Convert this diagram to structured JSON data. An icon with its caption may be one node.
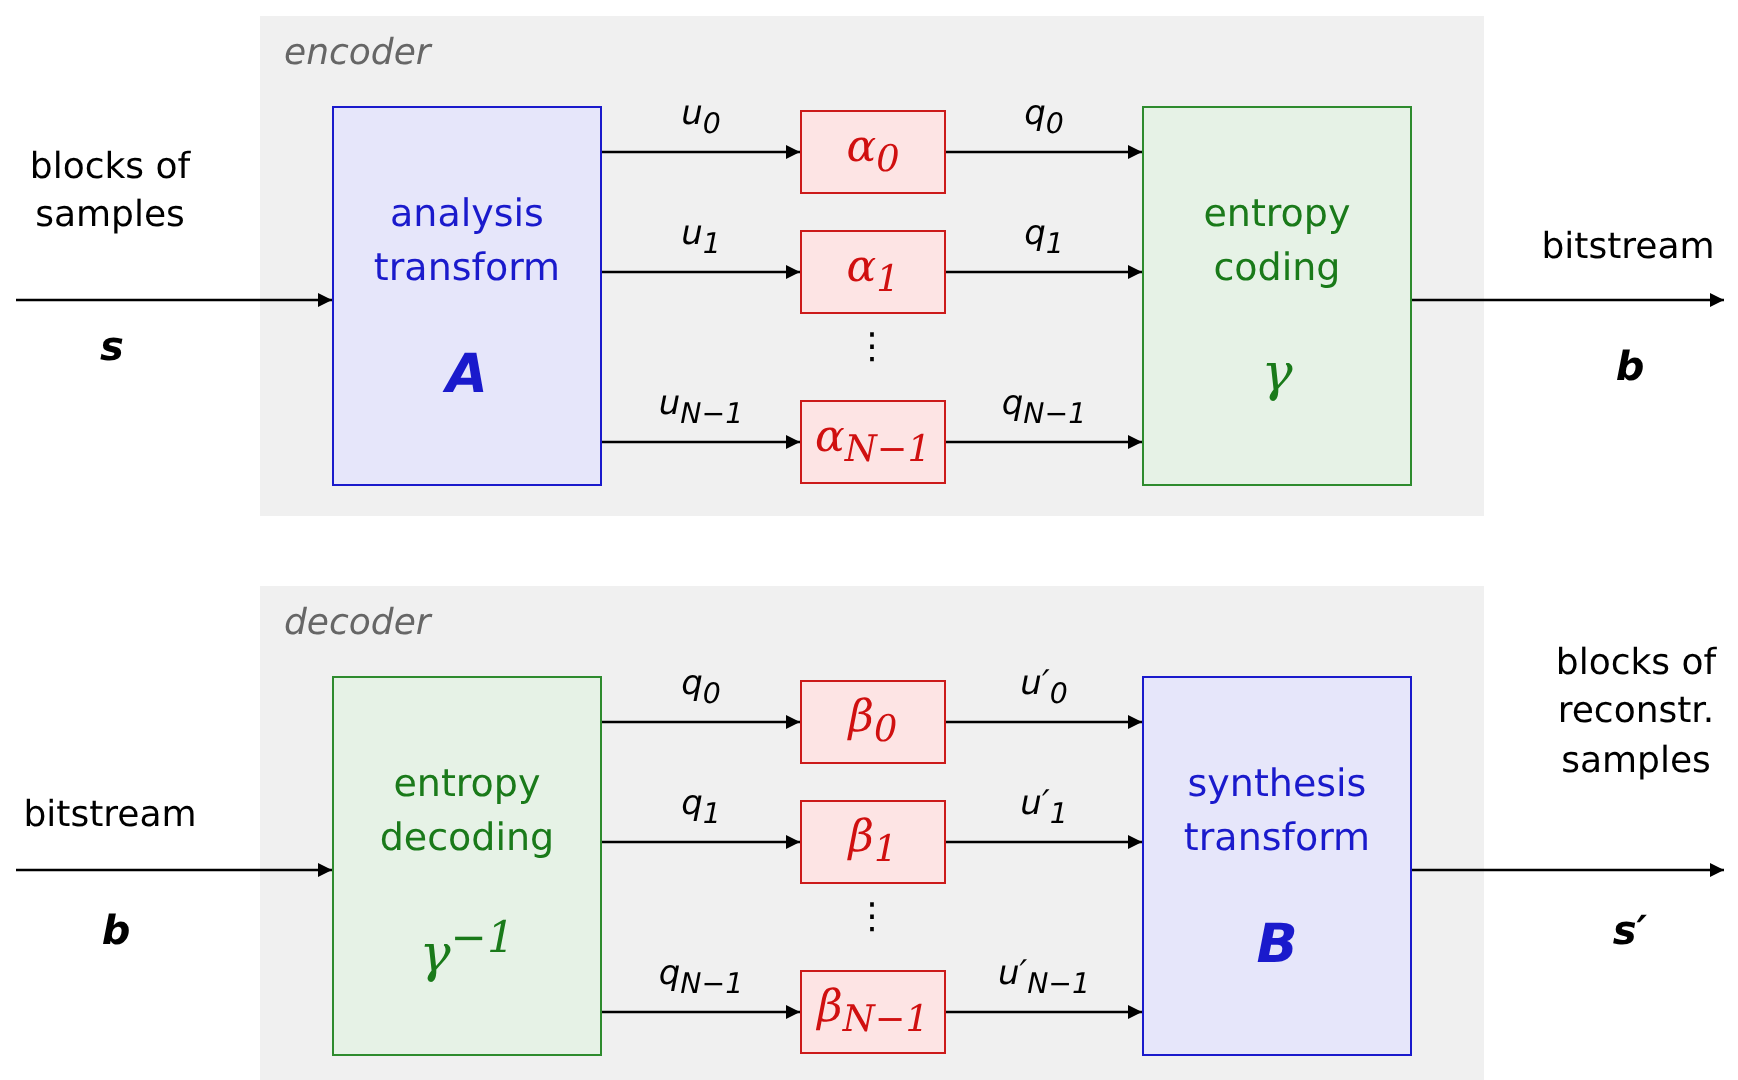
{
  "diagram": {
    "nodes": [
      {
        "text": [
          "encoder"
        ]
      },
      {
        "text": [
          "analysis transform",
          "A"
        ],
        "in": 0
      },
      {
        "text": [
          "α$_{0}$"
        ],
        "in": 0
      },
      {
        "text": [
          "α$_{1}$"
        ],
        "in": 0
      },
      {
        "text": [
          "α$_{N−1}$"
        ],
        "in": 0
      },
      {
        "text": [
          "entropy coding",
          "γ"
        ],
        "in": 0
      },
      {
        "text": [
          "decoder"
        ]
      },
      {
        "text": [
          "entropy decoding",
          "γ$^{−1}$"
        ],
        "in": 6
      },
      {
        "text": [
          "β$_{0}$"
        ],
        "in": 6
      },
      {
        "text": [
          "β$_{1}$"
        ],
        "in": 6
      },
      {
        "text": [
          "β$_{N−1}$"
        ],
        "in": 6
      },
      {
        "text": [
          "synthesis transform",
          "B"
        ],
        "in": 6
      }
    ],
    "edges": [
      {
        "from": null,
        "to": 1,
        "arrow": "to",
        "label": "blocks of samples"
      },
      {
        "from": 1,
        "to": 2,
        "arrow": "to",
        "label": "u$_{0}$"
      },
      {
        "from": 1,
        "to": 3,
        "arrow": "to",
        "label": "u$_{1}$"
      },
      {
        "from": 1,
        "to": 4,
        "arrow": "to",
        "label": "u$_{N−1}$"
      },
      {
        "from": 2,
        "to": 5,
        "arrow": "to",
        "label": "q$_{0}$"
      },
      {
        "from": 3,
        "to": 5,
        "arrow": "to",
        "label": "q$_{1}$"
      },
      {
        "from": 4,
        "to": 5,
        "arrow": "to",
        "label": "q$_{N−1}$"
      },
      {
        "from": 5,
        "to": null,
        "arrow": "to",
        "label": "bitstream"
      },
      {
        "from": null,
        "to": 7,
        "arrow": "to",
        "label": "bitstream"
      },
      {
        "from": 7,
        "to": 8,
        "arrow": "to",
        "label": "q$_{0}$"
      },
      {
        "from": 7,
        "to": 9,
        "arrow": "to",
        "label": "q$_{1}$"
      },
      {
        "from": 7,
        "to": 10,
        "arrow": "to",
        "label": "q$_{N−1}$"
      },
      {
        "from": 8,
        "to": 11,
        "arrow": "to",
        "label": "u′$_{0}$"
      },
      {
        "from": 9,
        "to": 11,
        "arrow": "to",
        "label": "u′$_{1}$"
      },
      {
        "from": 10,
        "to": 11,
        "arrow": "to",
        "label": "u′$_{N−1}$"
      },
      {
        "from": 11,
        "to": null,
        "arrow": "to",
        "label": "blocks of reconstr. samples"
      }
    ],
    "labels": [
      "s",
      "⋮",
      "b",
      "b",
      "⋮",
      "s′"
    ]
  }
}
